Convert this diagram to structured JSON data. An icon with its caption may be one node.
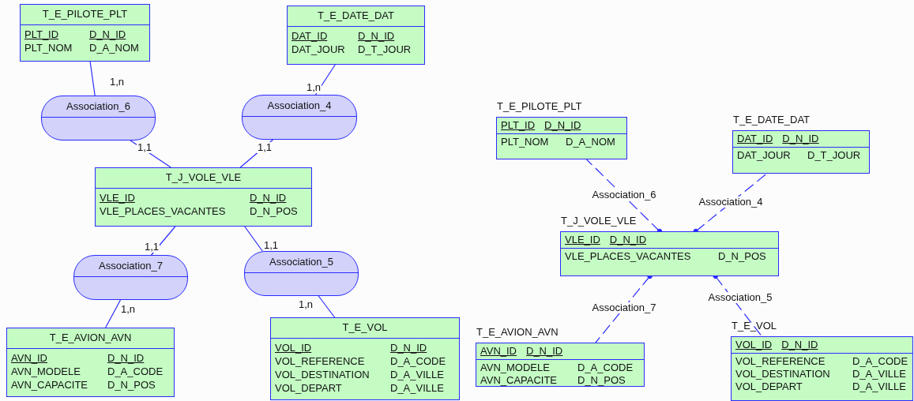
{
  "diagram": {
    "nodes": [
      {
        "text": [
          "T_E_PILOTE_PLT",
          "PLT_ID",
          "D_N_ID",
          "PLT_NOM",
          "D_A_NOM"
        ]
      },
      {
        "text": [
          "T_E_DATE_DAT",
          "DAT_ID",
          "D_N_ID",
          "DAT_JOUR",
          "D_T_JOUR"
        ]
      },
      {
        "text": [
          "Association_6"
        ]
      },
      {
        "text": [
          "Association_4"
        ]
      },
      {
        "text": [
          "T_J_VOLE_VLE",
          "VLE_ID",
          "D_N_ID",
          "VLE_PLACES_VACANTES",
          "D_N_POS"
        ]
      },
      {
        "text": [
          "Association_7"
        ]
      },
      {
        "text": [
          "Association_5"
        ]
      },
      {
        "text": [
          "T_E_AVION_AVN",
          "AVN_ID",
          "D_N_ID",
          "AVN_MODELE",
          "D_A_CODE",
          "AVN_CAPACITE",
          "D_N_POS"
        ]
      },
      {
        "text": [
          "T_E_VOL",
          "VOL_ID",
          "D_N_ID",
          "VOL_REFERENCE",
          "D_A_CODE",
          "VOL_DESTINATION",
          "D_A_VILLE",
          "VOL_DEPART",
          "D_A_VILLE"
        ]
      },
      {
        "text": [
          "T_E_PILOTE_PLT",
          "PLT_ID",
          "D_N_ID",
          "PLT_NOM",
          "D_A_NOM"
        ]
      },
      {
        "text": [
          "T_E_DATE_DAT",
          "DAT_ID",
          "D_N_ID",
          "DAT_JOUR",
          "D_T_JOUR"
        ]
      },
      {
        "text": [
          "T_J_VOLE_VLE",
          "VLE_ID",
          "D_N_ID",
          "VLE_PLACES_VACANTES",
          "D_N_POS"
        ]
      },
      {
        "text": [
          "T_E_AVION_AVN",
          "AVN_ID",
          "D_N_ID",
          "AVN_MODELE",
          "D_A_CODE",
          "AVN_CAPACITE",
          "D_N_POS"
        ]
      },
      {
        "text": [
          "T_E_VOL",
          "VOL_ID",
          "D_N_ID",
          "VOL_REFERENCE",
          "D_A_CODE",
          "VOL_DESTINATION",
          "D_A_VILLE",
          "VOL_DEPART",
          "D_A_VILLE"
        ]
      }
    ],
    "edges": [
      {
        "from": 0,
        "to": 2,
        "arrow": "none",
        "label": "1,n"
      },
      {
        "from": 2,
        "to": 4,
        "arrow": "none",
        "label": "1,1"
      },
      {
        "from": 1,
        "to": 3,
        "arrow": "none",
        "label": "1,n"
      },
      {
        "from": 3,
        "to": 4,
        "arrow": "none",
        "label": "1,1"
      },
      {
        "from": 4,
        "to": 5,
        "arrow": "none",
        "label": "1,1"
      },
      {
        "from": 5,
        "to": 7,
        "arrow": "none",
        "label": "1,n"
      },
      {
        "from": 4,
        "to": 6,
        "arrow": "none",
        "label": "1,1"
      },
      {
        "from": 6,
        "to": 8,
        "arrow": "none",
        "label": "1,n"
      },
      {
        "from": 11,
        "to": 9,
        "arrow": "other",
        "label": "Association_6",
        "style": "dashed"
      },
      {
        "from": 11,
        "to": 10,
        "arrow": "other",
        "label": "Association_4",
        "style": "dashed"
      },
      {
        "from": 11,
        "to": 12,
        "arrow": "other",
        "label": "Association_7",
        "style": "dashed"
      },
      {
        "from": 11,
        "to": 13,
        "arrow": "other",
        "label": "Association_5",
        "style": "dashed"
      }
    ]
  }
}
